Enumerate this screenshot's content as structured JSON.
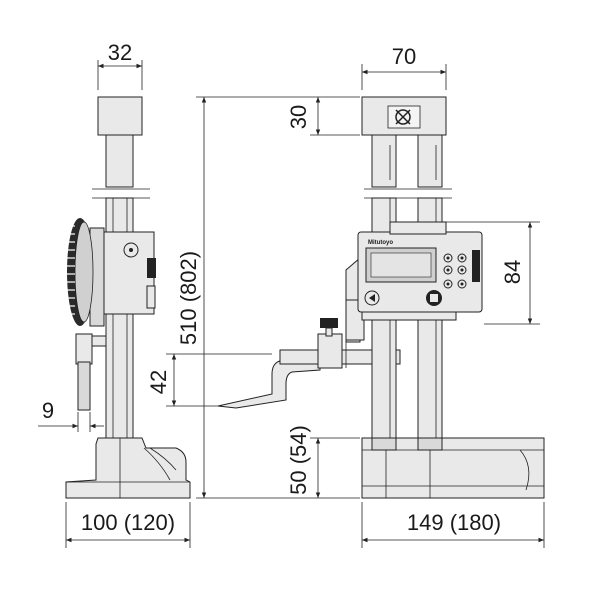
{
  "drawing": {
    "dimensions": {
      "left_top_width": "32",
      "left_pointer_offset": "9",
      "left_scriber_height": "42",
      "left_base_width": "100 (120)",
      "total_height": "510 (802)",
      "right_top_width": "70",
      "right_cap_height": "30",
      "display_height": "84",
      "base_height": "50 (54)",
      "right_base_width": "149 (180)"
    },
    "brand_label": "Mitutoyo",
    "colors": {
      "line": "#222222",
      "body": "#e9e9e9",
      "shade": "#d9d9d9",
      "screen": "#cfcfcf"
    }
  }
}
